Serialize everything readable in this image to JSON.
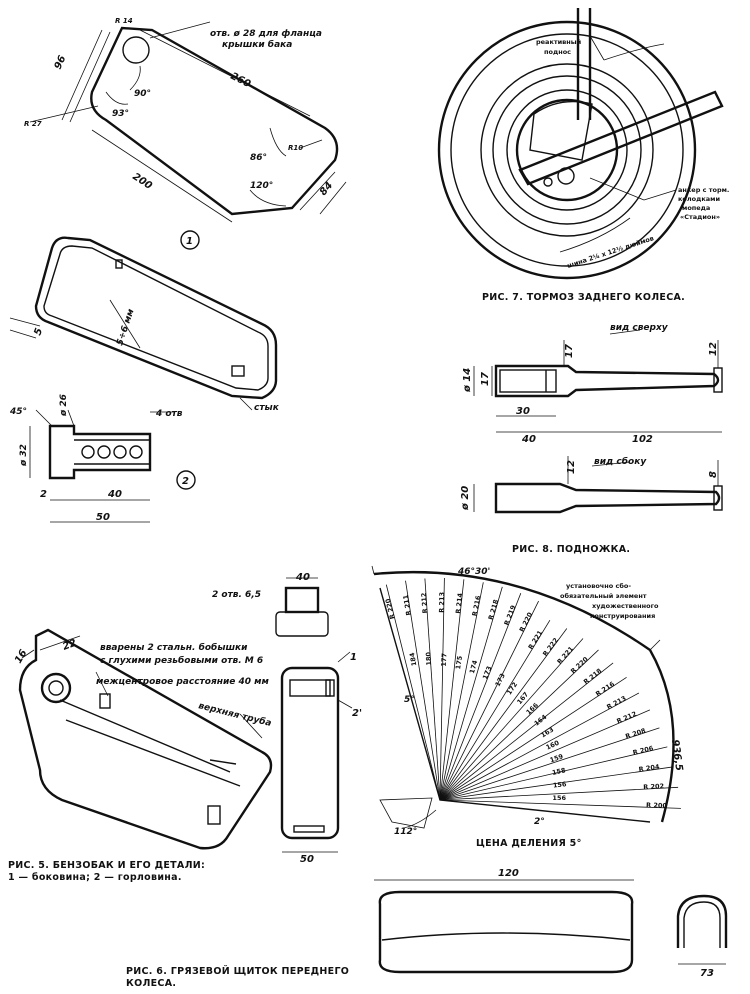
{
  "fig5": {
    "caption_line1": "РИС. 5. БЕНЗОБАК И ЕГО ДЕТАЛИ:",
    "caption_line2": "1 — боковина; 2 — горловина.",
    "side": {
      "r14": "R 14",
      "hole_note_1": "отв. ø 28 для фланца",
      "hole_note_2": "крышки бака",
      "d96": "96",
      "d260": "260",
      "a90": "90°",
      "r27": "R 27",
      "a93": "93°",
      "r10": "R10",
      "a86": "86°",
      "d200": "200",
      "a120": "120°",
      "d84": "84",
      "marker": "1"
    },
    "shell": {
      "d5": "5",
      "d5to6": "5÷6 мм",
      "joint": "стык"
    },
    "neck": {
      "d45": "45°",
      "d26": "ø 26",
      "holes": "4 отв",
      "d32": "ø 32",
      "d2": "2",
      "d40": "40",
      "d50": "50",
      "marker": "2"
    },
    "assembly": {
      "d22": "22",
      "d16": "16",
      "note1": "вварены 2 стальн. бобышки",
      "note2": "с глухими резьбовыми отв. М 6",
      "note3": "межцентровое расстояние 40 мм",
      "upper_tube": "верхняя труба",
      "d40": "40",
      "holes2": "2 отв. 6,5",
      "mark1": "1",
      "mark2": "2'",
      "d50": "50"
    }
  },
  "fig6": {
    "caption_line1": "РИС. 6. ГРЯЗЕВОЙ ЩИТОК ПЕРЕДНЕГО",
    "caption_line2": "КОЛЕСА.",
    "d120": "120",
    "d73": "73",
    "division": "ЦЕНА ДЕЛЕНИЯ 5°",
    "angle_top": "46°30'",
    "angle_5": "5°",
    "angle_112": "112°",
    "angle_2": "2°",
    "arc_len": "936,5",
    "note1": "установочно сбо-",
    "note2": "обязательный элемент",
    "note3": "художественного",
    "note4": "конструирования",
    "radii_top": [
      "R 220",
      "R 211",
      "R 212",
      "R 213",
      "R 214",
      "R 216",
      "R 218",
      "R 219",
      "R 220",
      "R 221"
    ],
    "radii_right": [
      "R 222",
      "R 221",
      "R 220",
      "R 218",
      "R 216",
      "R 213",
      "R 212",
      "R 208",
      "R 206",
      "R 204",
      "R 202",
      "R 200"
    ],
    "chords": [
      "184",
      "180",
      "177",
      "175",
      "174",
      "173",
      "173",
      "172",
      "167",
      "166",
      "164",
      "163",
      "160",
      "159",
      "158",
      "156",
      "156"
    ]
  },
  "fig7": {
    "caption": "РИС. 7. ТОРМОЗ ЗАДНЕГО КОЛЕСА.",
    "reaction_1": "реактивный",
    "reaction_2": "поднос",
    "anchor_1": "анкер с торм.",
    "anchor_2": "колодками",
    "anchor_3": "мопеда",
    "anchor_4": "«Стадион»",
    "tyre": "шина 2¼ x 12½ дюймов"
  },
  "fig8": {
    "caption": "РИС. 8. ПОДНОЖКА.",
    "top_view": "вид сверху",
    "side_view": "вид сбоку",
    "d17a": "17",
    "d12a": "12",
    "d14": "ø 14",
    "d17b": "17",
    "d30": "30",
    "d40": "40",
    "d102": "102",
    "d12b": "12",
    "d8": "8",
    "d20": "ø 20"
  }
}
